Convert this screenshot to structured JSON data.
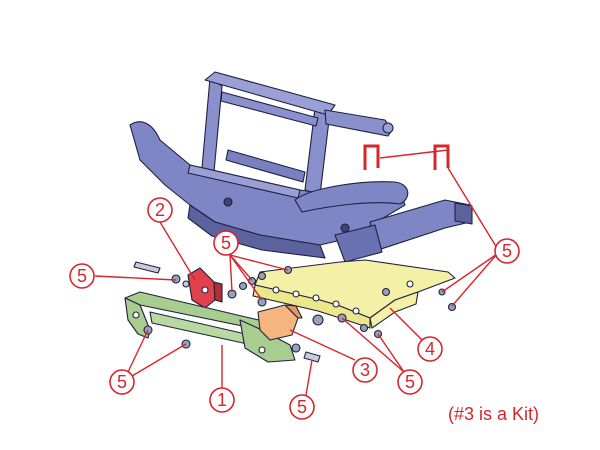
{
  "callouts": {
    "c1": "1",
    "c2": "2",
    "c3": "3",
    "c4": "4",
    "c5": "5"
  },
  "note": "(#3 is a Kit)",
  "colors": {
    "bumper": "#7f86c6",
    "bumper_shadow": "#4f568f",
    "yellow_plate": "#f4f1a6",
    "green_frame": "#a9cc8f",
    "red_bracket": "#e0414a",
    "orange_part": "#f4b57e",
    "callout_red": "#d7262b"
  }
}
